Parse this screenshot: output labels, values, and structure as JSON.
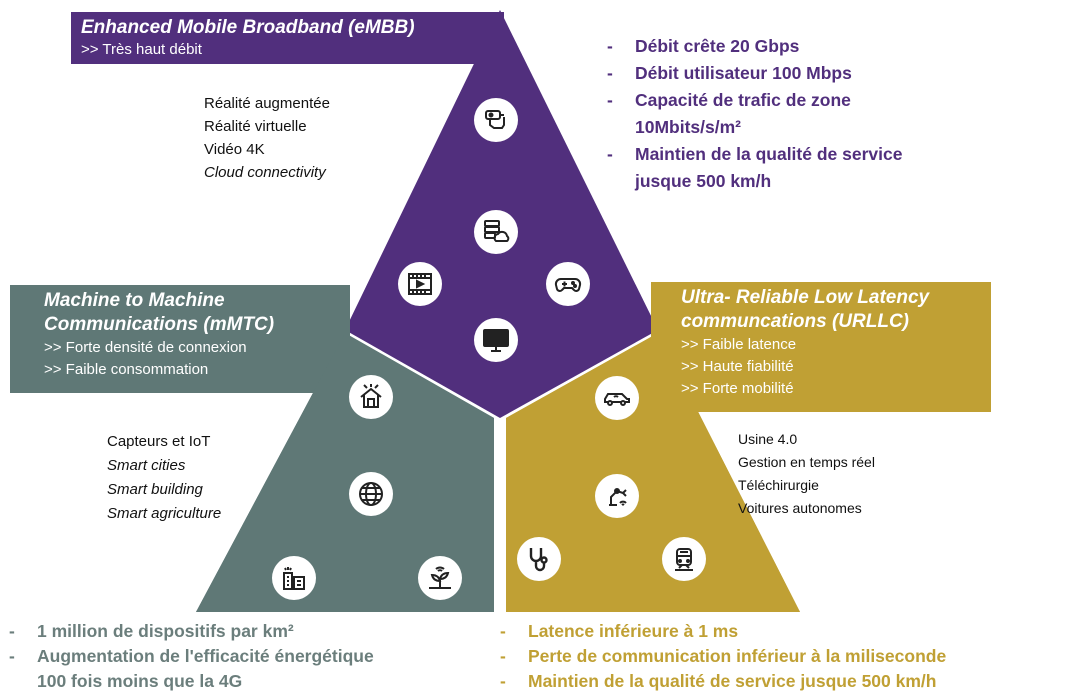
{
  "embb": {
    "title": "Enhanced Mobile Broadband (eMBB)",
    "subtitle": ">> Très haut débit",
    "uses": [
      "Réalité augmentée",
      "Réalité virtuelle",
      "Vidéo 4K",
      "Cloud connectivity"
    ],
    "kpis": [
      "Débit crête 20 Gbps",
      "Débit utilisateur 100 Mbps",
      "Capacité de trafic de zone",
      "10Mbits/s/m²",
      "Maintien de la qualité de service",
      "jusque 500 km/h"
    ],
    "color": "#512f7d"
  },
  "mmtc": {
    "title_line1": "Machine to Machine",
    "title_line2": "Communications (mMTC)",
    "sub1": ">> Forte densité de connexion",
    "sub2": ">> Faible consommation",
    "uses": [
      "Capteurs et IoT",
      "Smart cities",
      "Smart building",
      "Smart agriculture"
    ],
    "kpis": [
      "1 million de dispositifs par km²",
      "Augmentation de l'efficacité énergétique",
      "100 fois moins que la 4G"
    ],
    "color": "#5f7876",
    "kpi_color": "#6b7e7c"
  },
  "urllc": {
    "title_line1": "Ultra- Reliable Low Latency",
    "title_line2": "communcations (URLLC)",
    "sub1": ">> Faible latence",
    "sub2": ">> Haute fiabilité",
    "sub3": ">> Forte mobilité",
    "uses": [
      "Usine 4.0",
      "Gestion en temps réel",
      "Téléchirurgie",
      "Voitures autonomes"
    ],
    "kpis": [
      "Latence inférieure à 1 ms",
      "Perte de communication inférieur à la miliseconde",
      "Maintien de la qualité de service jusque 500 km/h"
    ],
    "color": "#c0a034"
  },
  "dash": "-",
  "icons": [
    "vr-headset-icon",
    "cloud-database-icon",
    "video-player-icon",
    "gamepad-icon",
    "monitor-icon",
    "smart-home-icon",
    "globe-network-icon",
    "smart-city-icon",
    "smart-plant-icon",
    "connected-car-icon",
    "robot-arm-icon",
    "stethoscope-icon",
    "train-icon"
  ]
}
